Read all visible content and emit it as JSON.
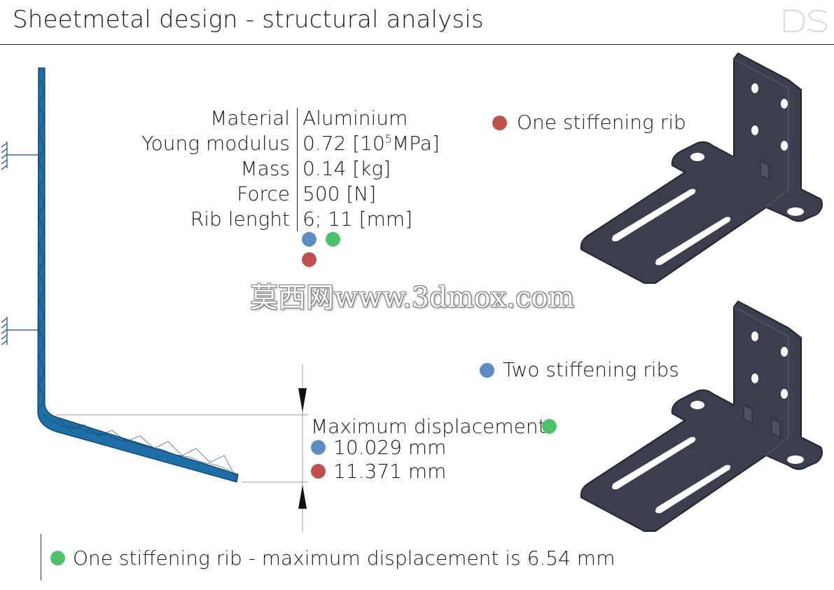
{
  "header": {
    "title": "Sheetmetal design - structural analysis",
    "logo_text": "DS"
  },
  "material_table": [
    {
      "label": "Material",
      "value": "Aluminium"
    },
    {
      "label": "Young modulus",
      "value_pre": "0.72 [10",
      "value_sup": "5",
      "value_post": "MPa]"
    },
    {
      "label": "Mass",
      "value": "0.14 [kg]"
    },
    {
      "label": "Force",
      "value": "500 [N]"
    },
    {
      "label": "Rib lenght",
      "value": "6; 11 [mm]"
    }
  ],
  "variants": {
    "one_rib": {
      "label": "One stiffening rib",
      "color": "#c0504d"
    },
    "two_ribs": {
      "label": "Two stiffening ribs",
      "color": "#5b8cc4"
    },
    "optimized": {
      "color": "#4cc26a"
    }
  },
  "displacement": {
    "heading": "Maximum displacement",
    "two_ribs_value": "10.029 mm",
    "one_rib_value": "11.371 mm"
  },
  "footer": {
    "note": "One stiffening rib - maximum displacement is 6.54 mm"
  },
  "watermark": "莫西网www.3dmox.com",
  "colors": {
    "mesh": "#1e6fa8",
    "mesh_line": "#0b3c66",
    "part": "#3b3e4c",
    "part_edge": "#23252f"
  }
}
